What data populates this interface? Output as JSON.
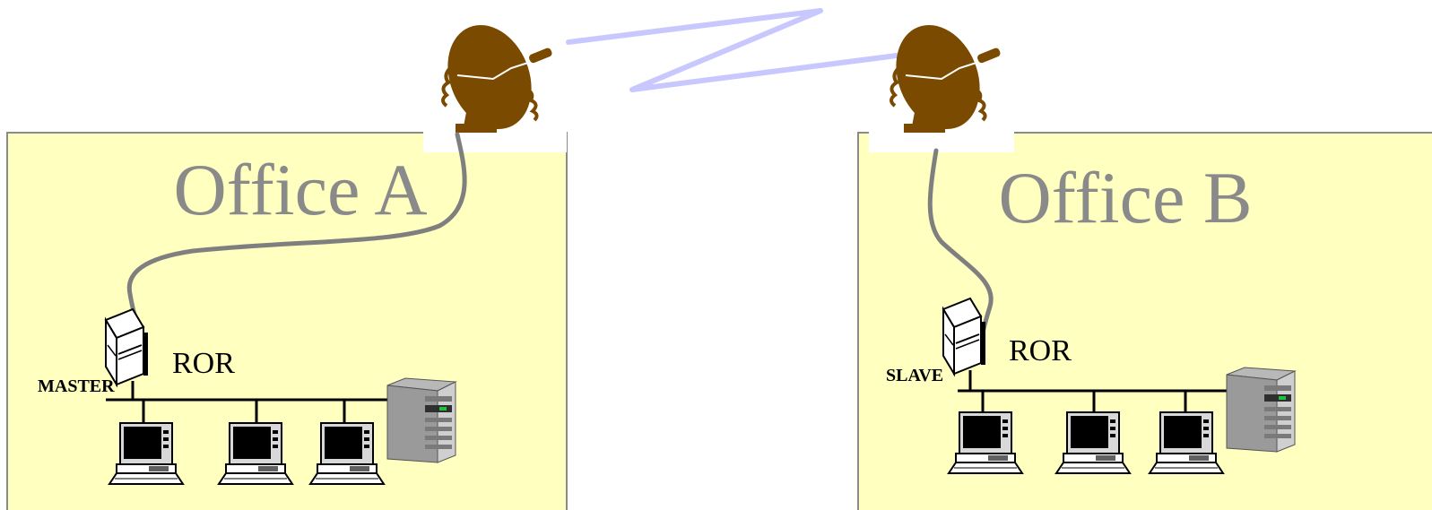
{
  "offices": [
    {
      "name": "Office A",
      "device_label": "ROR",
      "role_label": "MASTER"
    },
    {
      "name": "Office B",
      "device_label": "ROR",
      "role_label": "SLAVE"
    }
  ],
  "colors": {
    "office_fill": "#ffffc0",
    "office_border": "#8a8a8a",
    "title_text": "#8a8a8a",
    "cable": "#7f7f7f",
    "radio_link": "#c8c8ff",
    "dish": "#7a4a00"
  },
  "icons": {
    "antenna": "satellite-dish-icon",
    "router": "router-icon",
    "workstation": "desktop-computer-icon",
    "server": "server-tower-icon"
  }
}
